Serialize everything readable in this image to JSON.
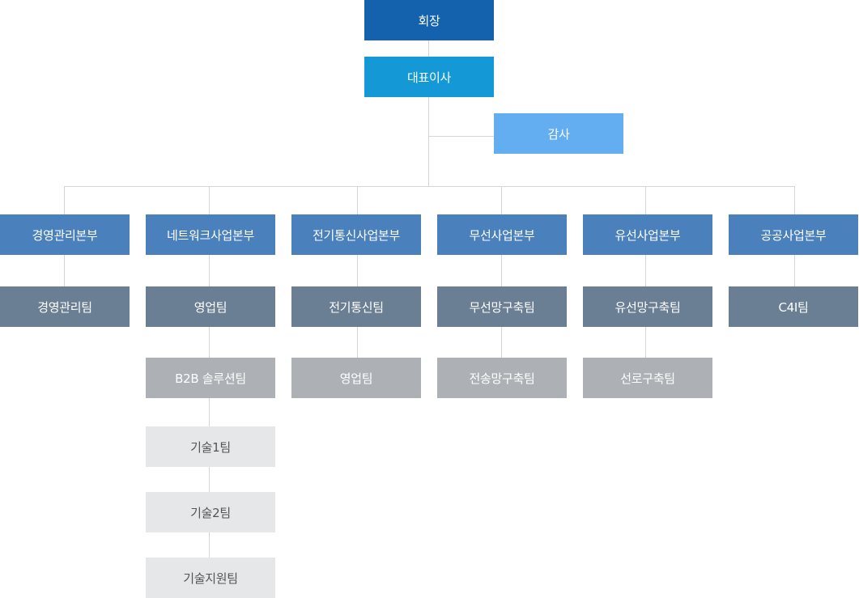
{
  "chairman": "회장",
  "ceo": "대표이사",
  "audit": "감사",
  "divisions": [
    {
      "name": "경영관리본부",
      "teams": [
        "경영관리팀"
      ]
    },
    {
      "name": "네트워크사업본부",
      "teams": [
        "영업팀"
      ],
      "sub": [
        "B2B 솔루션팀"
      ],
      "sub2": [
        "기술1팀",
        "기술2팀",
        "기술지원팀"
      ]
    },
    {
      "name": "전기통신사업본부",
      "teams": [
        "전기통신팀"
      ],
      "sub": [
        "영업팀"
      ]
    },
    {
      "name": "무선사업본부",
      "teams": [
        "무선망구축팀"
      ],
      "sub": [
        "전송망구축팀"
      ]
    },
    {
      "name": "유선사업본부",
      "teams": [
        "유선망구축팀"
      ],
      "sub": [
        "선로구축팀"
      ]
    },
    {
      "name": "공공사업본부",
      "teams": [
        "C4I팀"
      ]
    }
  ],
  "colors": {
    "chairman": "#1462ad",
    "ceo": "#1499d6",
    "audit": "#63aef0",
    "division": "#4a81bd",
    "team": "#6b7f94",
    "sub_team": "#adb1b6",
    "sub_team_light": "#e6e7e8",
    "connector": "#d2d6da"
  }
}
